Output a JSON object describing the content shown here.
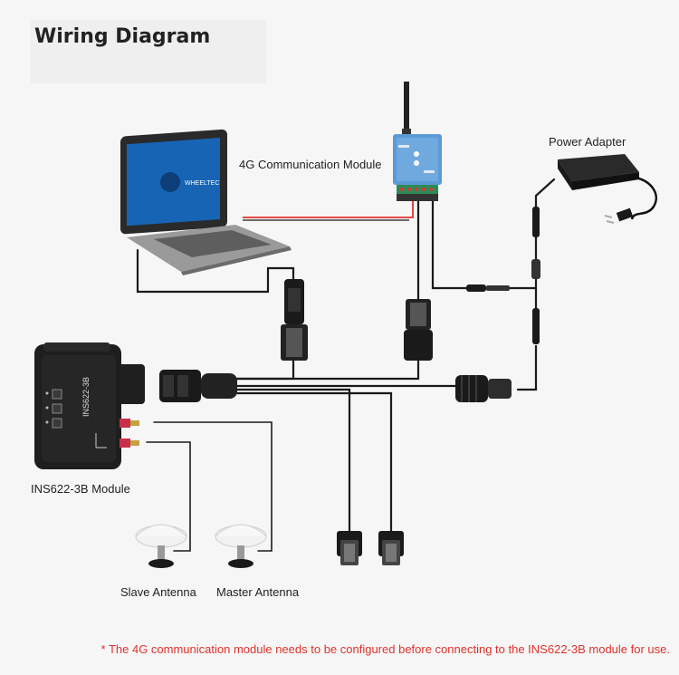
{
  "title": "Wiring Diagram",
  "labels": {
    "comm_module": "4G Communication Module",
    "power_adapter": "Power Adapter",
    "ins_module": "INS622-3B Module",
    "slave_antenna": "Slave Antenna",
    "master_antenna": "Master Antenna",
    "ins_device_text": "INS622-3B",
    "laptop_brand": "WHEELTEC"
  },
  "note": "* The 4G communication module needs to be configured before connecting to the INS622-3B module for use.",
  "colors": {
    "power_wire": "#e0322c",
    "note_text": "#e0322c",
    "cable": "#1a1a1a",
    "device_blue": "#5b9bd5",
    "terminal_green": "#2e8b57"
  }
}
